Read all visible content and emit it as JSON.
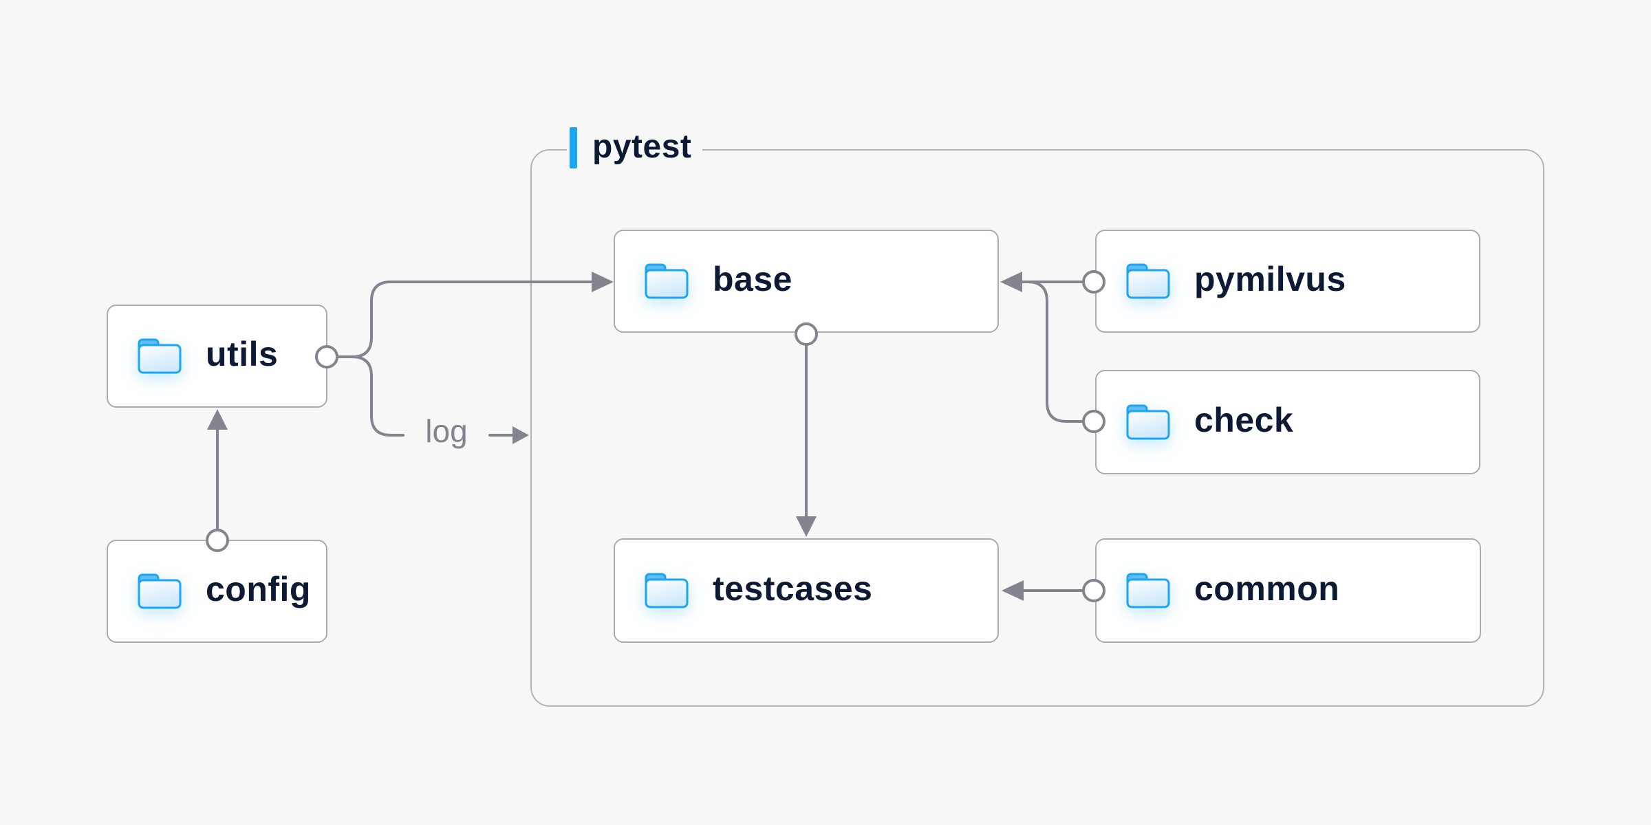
{
  "container": {
    "label": "pytest"
  },
  "nodes": {
    "utils": {
      "label": "utils"
    },
    "config": {
      "label": "config"
    },
    "base": {
      "label": "base"
    },
    "pymilvus": {
      "label": "pymilvus"
    },
    "check": {
      "label": "check"
    },
    "testcases": {
      "label": "testcases"
    },
    "common": {
      "label": "common"
    }
  },
  "edges": [
    {
      "from": "config",
      "to": "utils",
      "label": ""
    },
    {
      "from": "utils",
      "to": "base",
      "label": ""
    },
    {
      "from": "utils",
      "to": "pytest",
      "label": "log"
    },
    {
      "from": "base",
      "to": "testcases",
      "label": ""
    },
    {
      "from": "pymilvus",
      "to": "base",
      "label": ""
    },
    {
      "from": "check",
      "to": "base",
      "label": ""
    },
    {
      "from": "common",
      "to": "testcases",
      "label": ""
    }
  ],
  "icons": {
    "node_icon": "folder-icon"
  },
  "colors": {
    "background": "#f7f7f8",
    "node_background": "#ffffff",
    "node_border": "#a9abb5",
    "container_border": "#b2b4bd",
    "line": "#82848e",
    "text": "#0e1a33",
    "accent_blue": "#18a7f0",
    "folder_stroke": "#1ea5f1",
    "folder_tab": "#5fbdf3"
  }
}
